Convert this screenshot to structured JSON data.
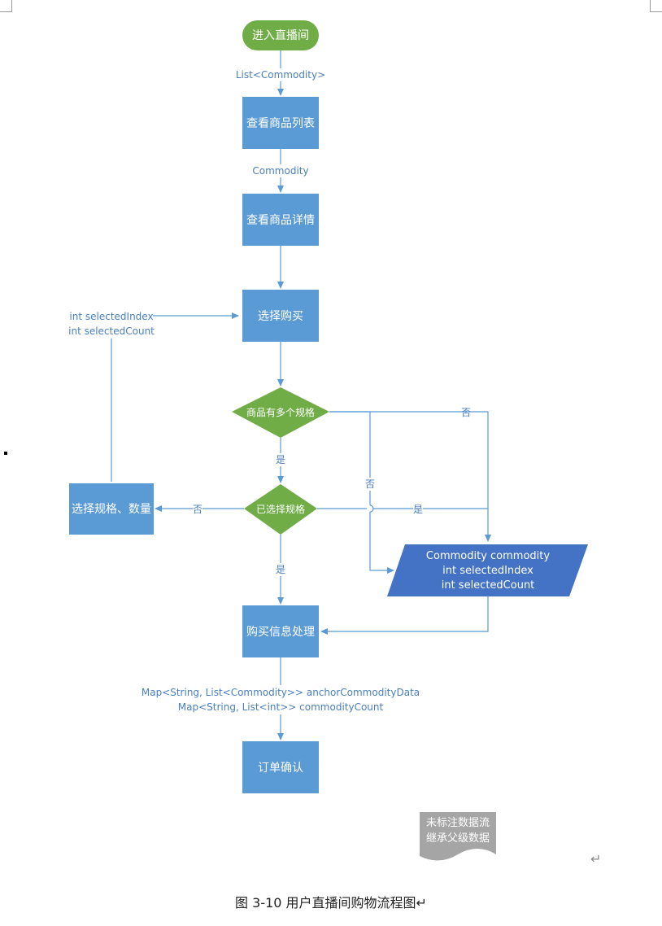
{
  "nodes": {
    "start": "进入直播间",
    "view_list": "查看商品列表",
    "view_detail": "查看商品详情",
    "select_buy": "选择购买",
    "multi_spec": "商品有多个规格",
    "spec_chosen": "已选择规格",
    "choose_spec_qty": "选择规格、数量",
    "data_box": [
      "Commodity commodity",
      "int selectedIndex",
      "int selectedCount"
    ],
    "process": "购买信息处理",
    "confirm": "订单确认"
  },
  "edges": {
    "list_commodity": "List<Commodity>",
    "commodity": "Commodity",
    "selected_vars": [
      "int selectedIndex",
      "int selectedCount"
    ],
    "no": "否",
    "yes": "是",
    "map_vars": [
      "Map<String, List<Commodity>> anchorCommodityData",
      "Map<String, List<int>> commodityCount"
    ]
  },
  "note": [
    "未标注数据流",
    "继承父级数据"
  ],
  "caption": "图 3-10 用户直播间购物流程图↵",
  "return_mark": "↵",
  "colors": {
    "green": "#70ad47",
    "blue_box": "#5b9bd5",
    "dark_blue": "#4472c4",
    "line": "#5b9bd5",
    "label": "#4a7fbf",
    "note_gray": "#a5a5a5"
  }
}
